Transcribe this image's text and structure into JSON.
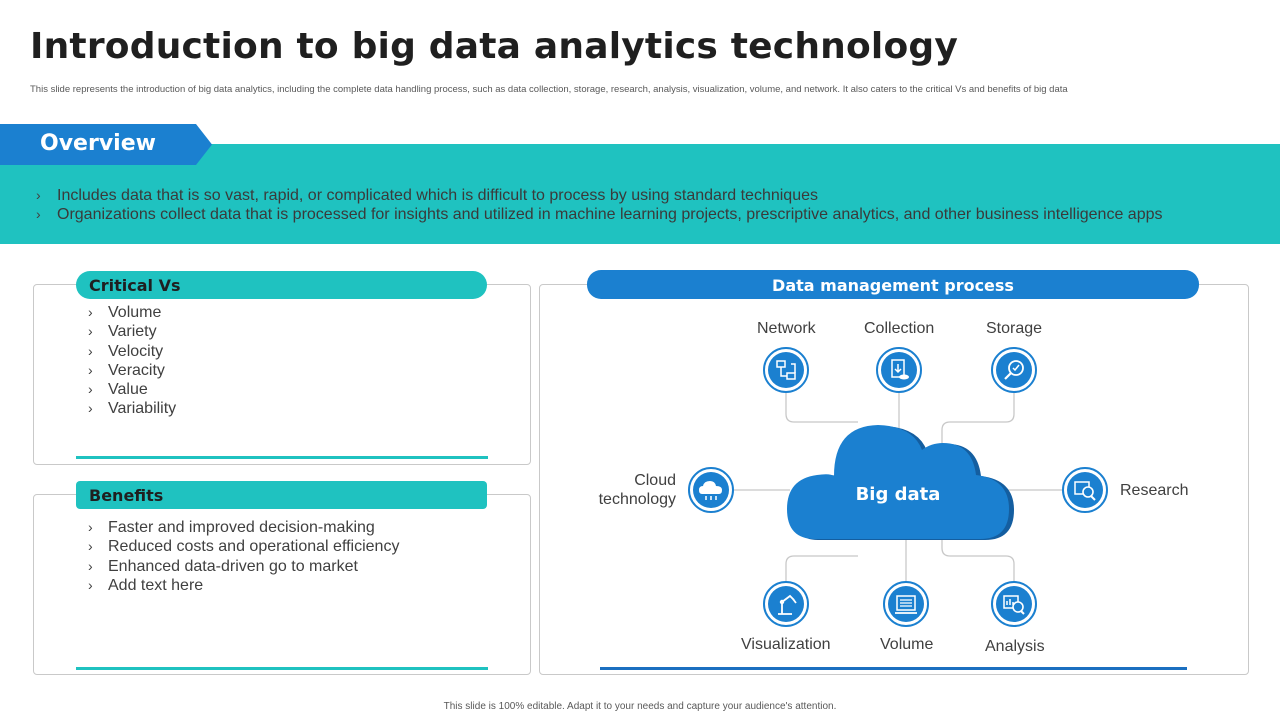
{
  "title": "Introduction to big data analytics technology",
  "subtitle": "This slide represents the introduction of big data analytics, including the complete data handling process, such as data collection, storage, research, analysis, visualization, volume, and network. It also caters to the critical Vs and benefits of big data",
  "overview": {
    "heading": "Overview",
    "bullets": [
      "Includes  data that is so vast, rapid, or complicated which is difficult to process by using standard techniques",
      "Organizations collect data that is processed for insights and utilized in machine learning projects, prescriptive analytics, and other business intelligence apps"
    ]
  },
  "critical_vs": {
    "heading": "Critical Vs",
    "items": [
      "Volume",
      "Variety",
      "Velocity",
      "Veracity",
      "Value",
      "Variability"
    ]
  },
  "benefits": {
    "heading": "Benefits",
    "items": [
      "Faster and improved decision-making",
      "Reduced costs and operational efficiency",
      "Enhanced data-driven go to market",
      "Add text here"
    ]
  },
  "process": {
    "heading": "Data management process",
    "center": "Big data",
    "nodes": {
      "network": "Network",
      "collection": "Collection",
      "storage": "Storage",
      "cloud_line1": "Cloud",
      "cloud_line2": "technology",
      "research": "Research",
      "visualization": "Visualization",
      "volume": "Volume",
      "analysis": "Analysis"
    }
  },
  "footer": "This slide is 100% editable.  Adapt it to your needs and capture your audience's attention.",
  "colors": {
    "teal": "#1fc2c0",
    "blue": "#1b80d0",
    "dark_blue": "#1b6fc0"
  }
}
